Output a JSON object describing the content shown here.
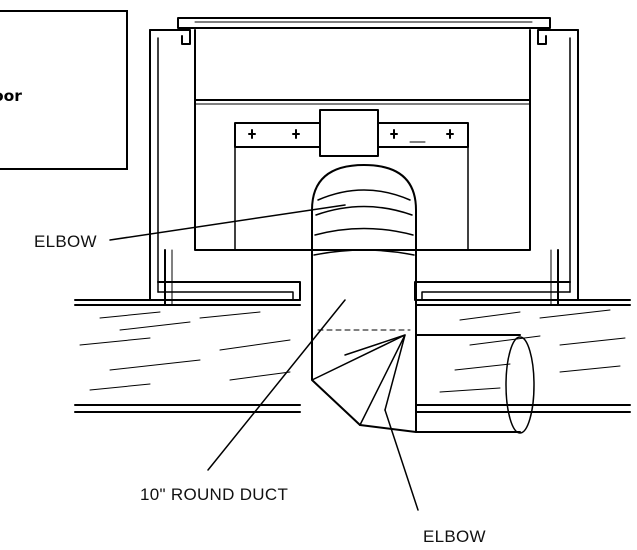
{
  "callout": {
    "text": "OLE IN\nWORK,\nwith floor\nctrical\nng."
  },
  "labels": {
    "elbow_top": "ELBOW",
    "round_duct": "10\" ROUND DUCT",
    "elbow_bottom": "ELBOW"
  }
}
